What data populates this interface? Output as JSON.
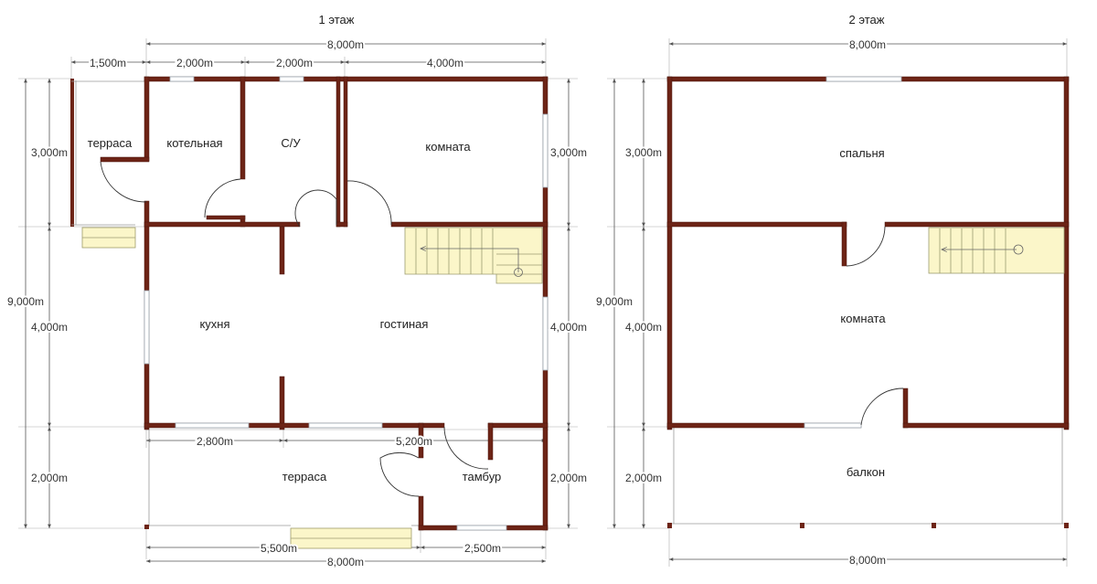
{
  "floors": [
    {
      "title": "1 этаж",
      "rooms": [
        "терраса",
        "котельная",
        "С/У",
        "комната",
        "кухня",
        "гостиная",
        "терраса",
        "тамбур"
      ],
      "dims": [
        "8,000m",
        "1,500m",
        "2,000m",
        "2,000m",
        "4,000m",
        "3,000m",
        "9,000m",
        "4,000m",
        "2,000m",
        "3,000m",
        "4,000m",
        "2,000m",
        "2,800m",
        "5,200m",
        "5,500m",
        "2,500m",
        "8,000m"
      ]
    },
    {
      "title": "2 этаж",
      "rooms": [
        "спальня",
        "комната",
        "балкон"
      ],
      "dims": [
        "8,000m",
        "3,000m",
        "9,000m",
        "4,000m",
        "2,000m",
        "8,000m"
      ]
    }
  ],
  "colors": {
    "wall": "#6d2416",
    "stair": "#fbf6c9",
    "window": "#9aa5b0"
  }
}
